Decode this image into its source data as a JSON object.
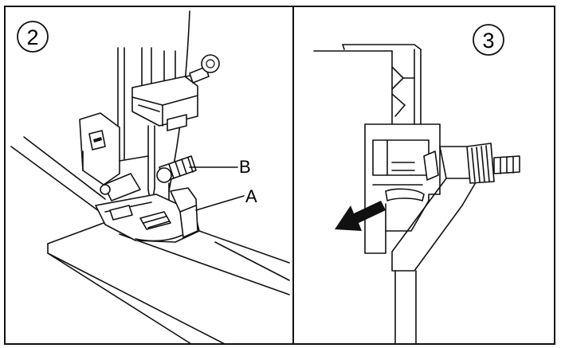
{
  "panels": [
    {
      "number": "2",
      "labels": {
        "a": "A",
        "b": "B"
      }
    },
    {
      "number": "3"
    }
  ],
  "colors": {
    "line": "#111111",
    "background": "#ffffff"
  }
}
